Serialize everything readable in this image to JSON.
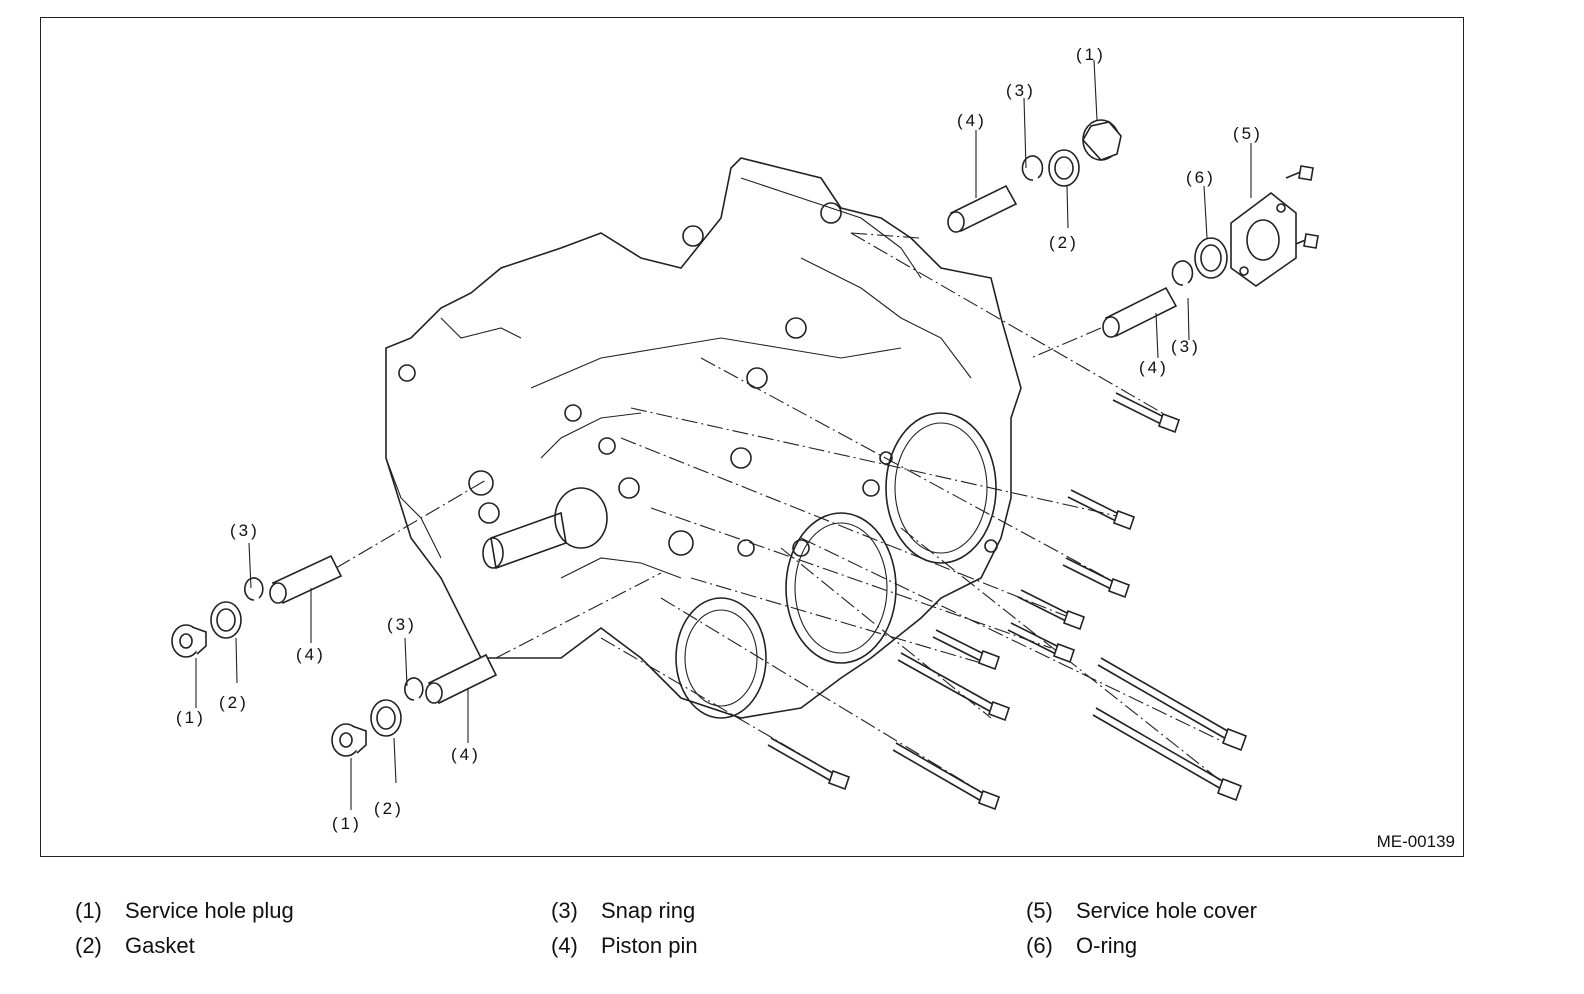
{
  "figure": {
    "code": "ME-00139",
    "callouts": {
      "c1": "(1)",
      "c2": "(2)",
      "c3": "(3)",
      "c4": "(4)",
      "c5": "(5)",
      "c6": "(6)"
    }
  },
  "legend": [
    {
      "num": "(1)",
      "label": "Service hole plug"
    },
    {
      "num": "(2)",
      "label": "Gasket"
    },
    {
      "num": "(3)",
      "label": "Snap ring"
    },
    {
      "num": "(4)",
      "label": "Piston pin"
    },
    {
      "num": "(5)",
      "label": "Service hole cover"
    },
    {
      "num": "(6)",
      "label": "O-ring"
    }
  ]
}
